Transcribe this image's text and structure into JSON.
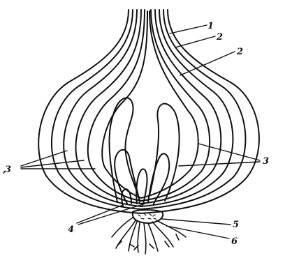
{
  "diagram": {
    "type": "onion-bulb-longitudinal-section",
    "line_color": "#111111",
    "background": "#ffffff",
    "labels": {
      "l1": "1",
      "l2a": "2",
      "l2b": "2",
      "l3_left": "3",
      "l3_right": "3",
      "l4": "4",
      "l5": "5",
      "l6": "6"
    }
  }
}
